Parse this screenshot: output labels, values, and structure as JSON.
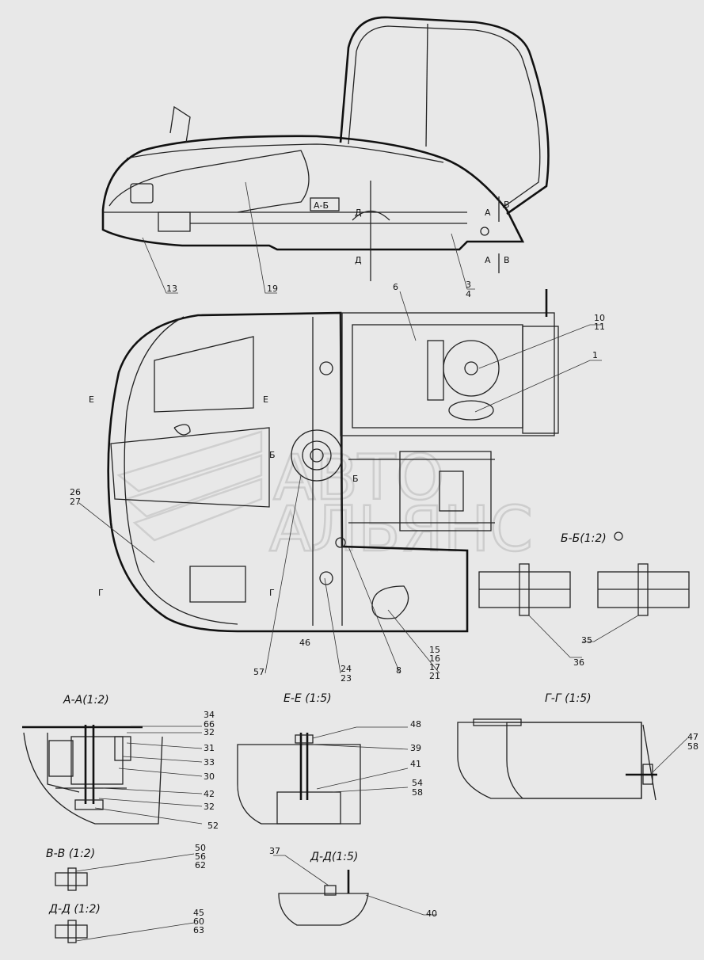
{
  "watermark": {
    "line1": "АВТО",
    "line2": "АЛЬЯНС"
  },
  "section_titles": {
    "aa": "А-А(1:2)",
    "ee": "Е-Е (1:5)",
    "gg": "Г-Г (1:5)",
    "bb": "Б-Б(1:2)",
    "vv": "В-В (1:2)",
    "dd12": "Д-Д (1:2)",
    "dd15": "Д-Д(1:5)"
  },
  "cut_marks": {
    "a": "А",
    "v": "В",
    "d": "Д",
    "b": "Б",
    "e": "Е",
    "g": "Г",
    "view_badge": "А-Б"
  },
  "callouts": {
    "c1": "1",
    "c3": "3",
    "c4": "4",
    "c6": "6",
    "c8": "8",
    "c10": "10",
    "c11": "11",
    "c13": "13",
    "c15": "15",
    "c16": "16",
    "c17": "17",
    "c19": "19",
    "c21": "21",
    "c23": "23",
    "c24": "24",
    "c26": "26",
    "c27": "27",
    "c30": "30",
    "c31": "31",
    "c32a": "32",
    "c32b": "32",
    "c33": "33",
    "c34": "34",
    "c35": "35",
    "c36": "36",
    "c37": "37",
    "c39": "39",
    "c40": "40",
    "c41": "41",
    "c42": "42",
    "c45": "45",
    "c46": "46",
    "c47": "47",
    "c48": "48",
    "c50": "50",
    "c52": "52",
    "c54": "54",
    "c56": "56",
    "c57": "57",
    "c58a": "58",
    "c58b": "58",
    "c60": "60",
    "c62": "62",
    "c63": "63",
    "c66": "66"
  }
}
